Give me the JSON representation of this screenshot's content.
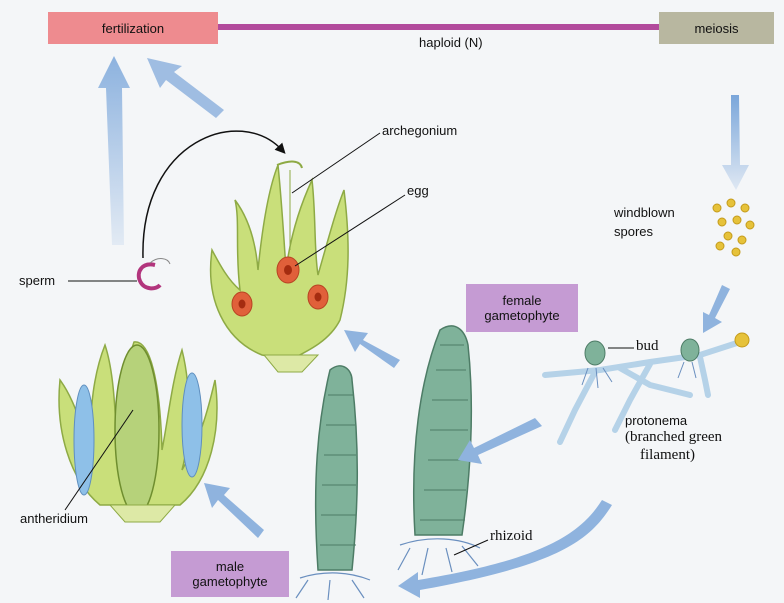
{
  "cycle": {
    "fertilization": "fertilization",
    "meiosis": "meiosis",
    "haploid": "haploid (N)"
  },
  "labels": {
    "archegonium": "archegonium",
    "egg": "egg",
    "sperm": "sperm",
    "antheridium": "antheridium",
    "windblown": "windblown",
    "spores": "spores",
    "female_line1": "female",
    "female_line2": "gametophyte",
    "male_line1": "male",
    "male_line2": "gametophyte",
    "bud": "bud",
    "protonema": "protonema",
    "branched_1": "(branched green",
    "branched_2": "filament)",
    "rhizoid": "rhizoid"
  },
  "colors": {
    "fertilization_box": "#ee8b8f",
    "meiosis_box": "#b8b7a0",
    "gametophyte_box": "#c59bd3",
    "haploid_line": "#b24a9c",
    "arrow": "#7aa6da",
    "plant_green": "#c9df7a",
    "egg": "#e0603a",
    "antheridium_blue": "#8ec0e8",
    "spore": "#e6c23a",
    "moss": "#7fb29a"
  }
}
